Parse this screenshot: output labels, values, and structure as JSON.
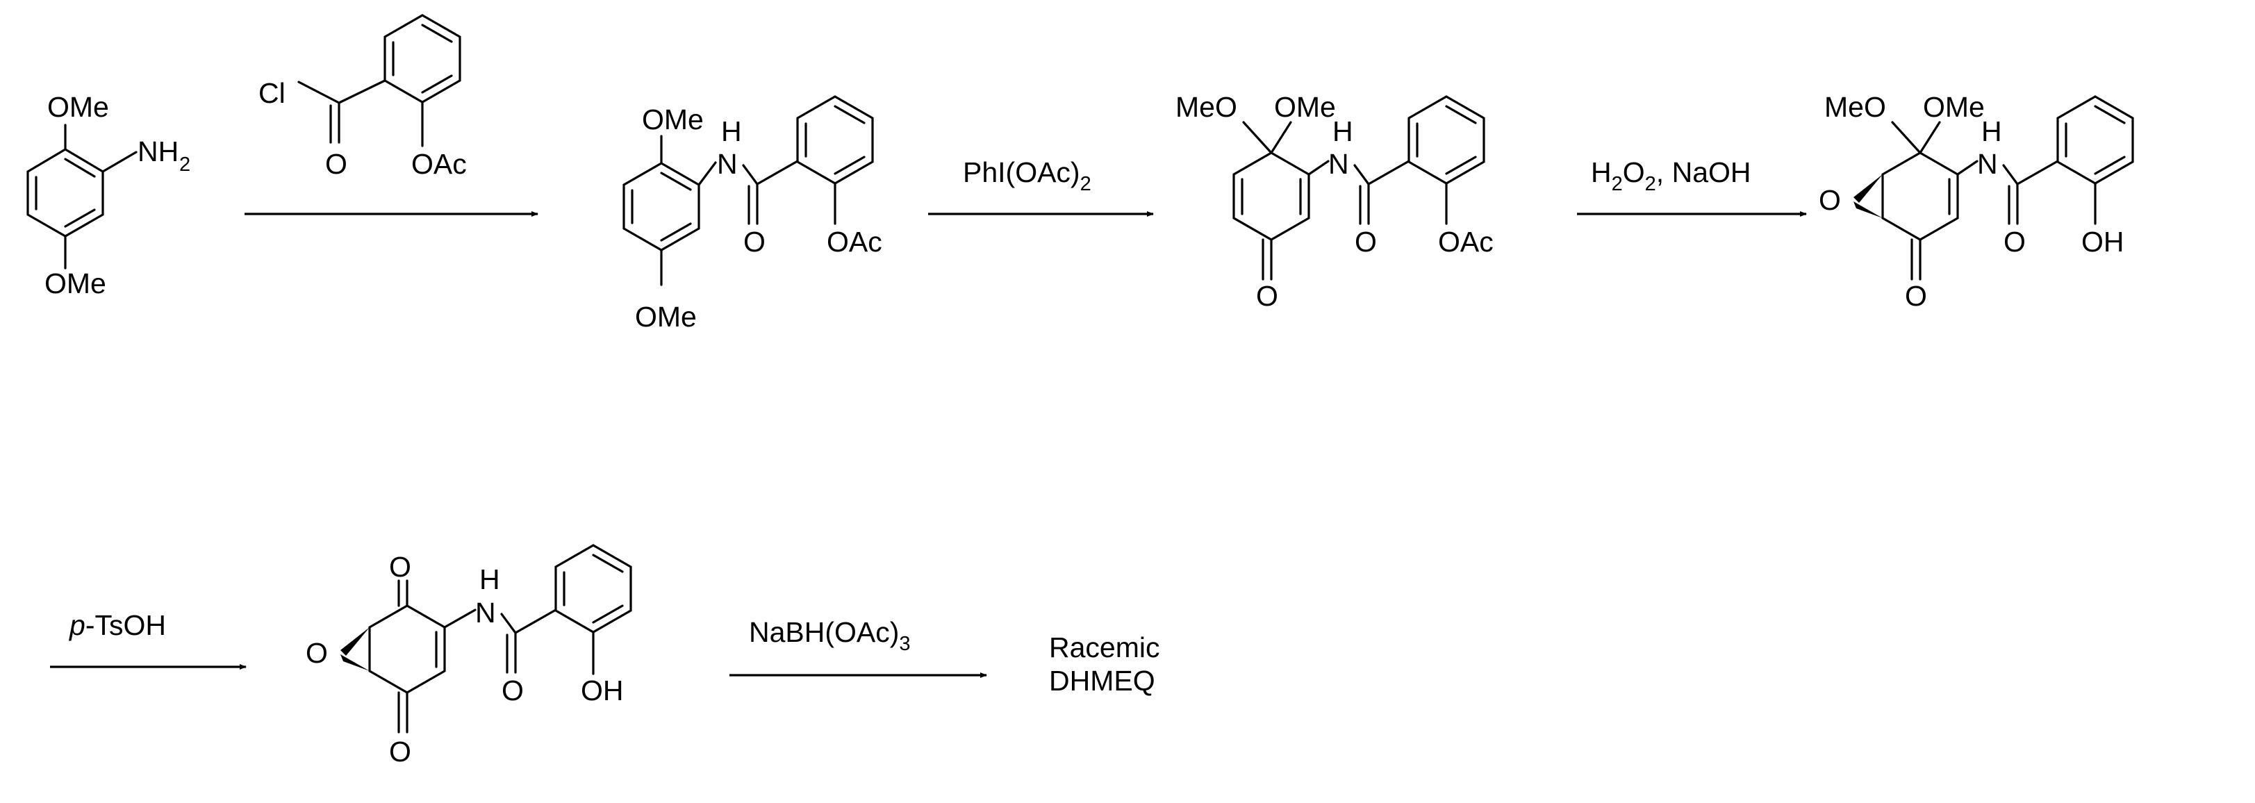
{
  "scheme": {
    "labels": {
      "ome": "OMe",
      "meo": "MeO",
      "nh2": "NH",
      "nh2_sub": "2",
      "h": "H",
      "n": "N",
      "o": "O",
      "cl": "Cl",
      "oac": "OAc",
      "oh": "OH"
    },
    "reagents": {
      "step1": "",
      "step2_main": "PhI(OAc)",
      "step2_sub": "2",
      "step3_h": "H",
      "step3_sub1": "2",
      "step3_o": "O",
      "step3_sub2": "2",
      "step3_rest": ", NaOH",
      "step4_italic": "p",
      "step4_rest": "-TsOH",
      "step5_main": "NaBH(OAc)",
      "step5_sub": "3"
    },
    "product": {
      "line1": "Racemic",
      "line2": "DHMEQ"
    }
  }
}
